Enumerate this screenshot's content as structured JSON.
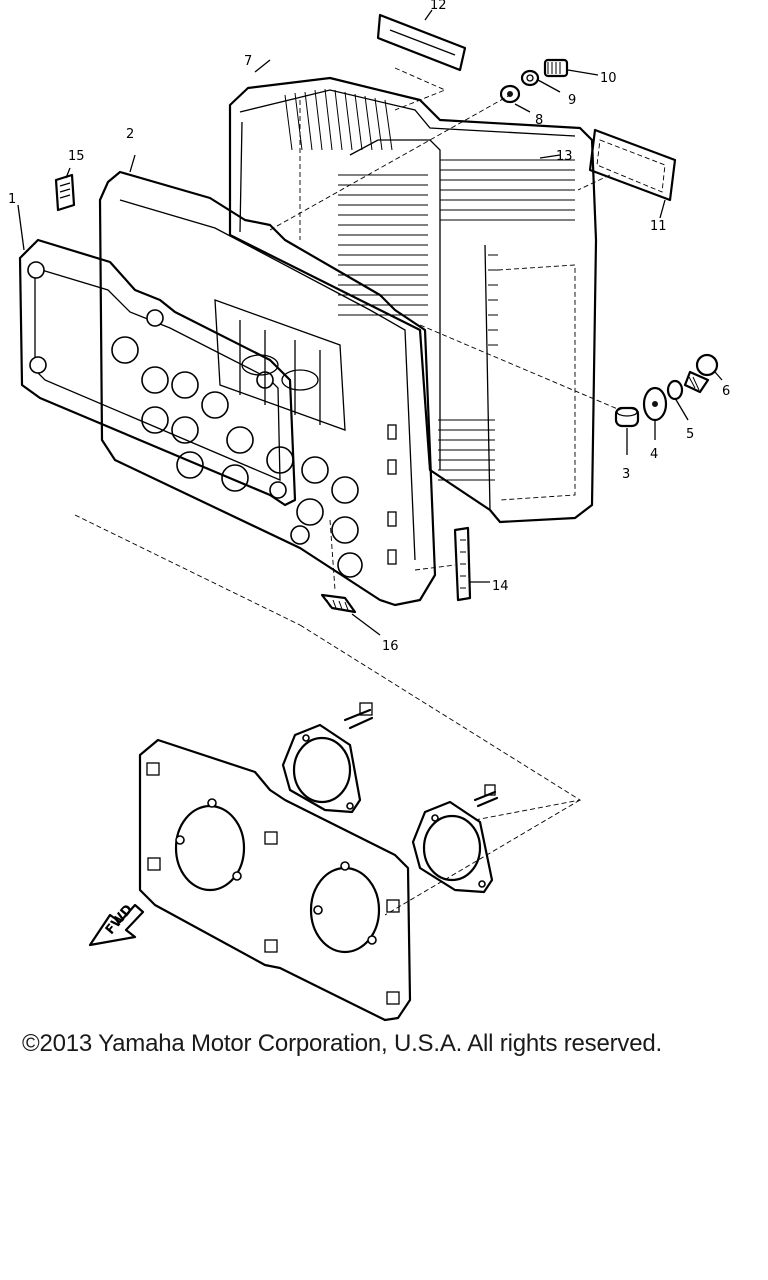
{
  "diagram": {
    "callouts": [
      "1",
      "2",
      "3",
      "4",
      "5",
      "6",
      "7",
      "8",
      "9",
      "10",
      "11",
      "12",
      "13",
      "14",
      "15",
      "16"
    ],
    "fwd_label": "FWD"
  },
  "footer": {
    "copyright": "©2013 Yamaha Motor Corporation, U.S.A. All rights reserved."
  }
}
